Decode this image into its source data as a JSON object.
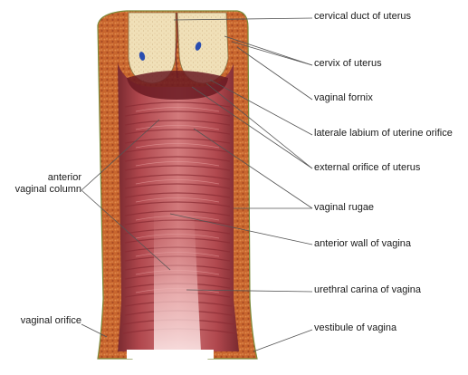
{
  "figure": {
    "labels": {
      "cervical_duct": "cervical duct of uterus",
      "cervix": "cervix of uterus",
      "vaginal_fornix": "vaginal fornix",
      "lateral_labium": "laterale labium of uterine orifice",
      "external_orifice": "external orifice of uterus",
      "vaginal_rugae": "vaginal rugae",
      "anterior_wall": "anterior wall of vagina",
      "urethral_carina": "urethral carina of vagina",
      "vestibule": "vestibule of vagina",
      "anterior_column_line1": "anterior",
      "anterior_column_line2": "vaginal column",
      "vaginal_orifice": "vaginal orifice"
    },
    "colors": {
      "muscle_wall": "#c8662e",
      "mucosa": "#b84a4e",
      "mucosa_light": "#e8a0a0",
      "cervix_tissue": "#f0e0b8",
      "vessel": "#2a4db0",
      "outline": "#7a8a3a"
    }
  }
}
